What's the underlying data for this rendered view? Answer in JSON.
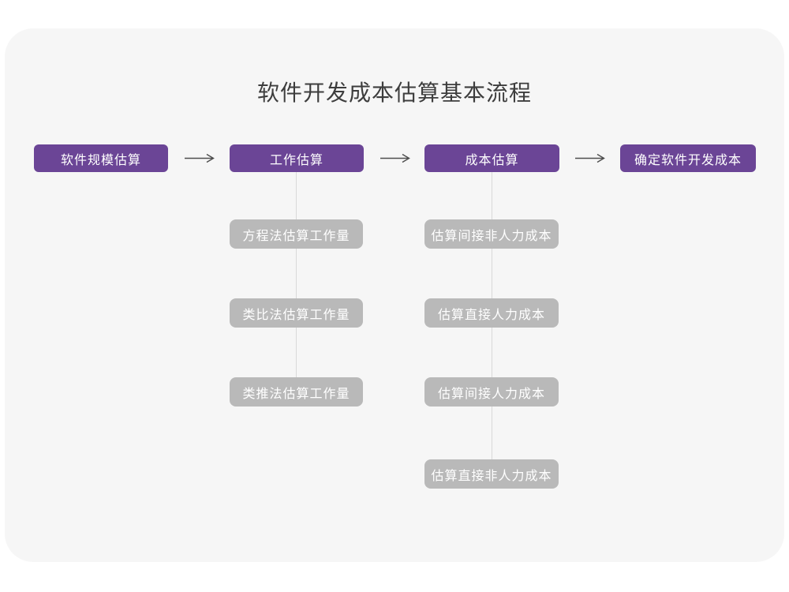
{
  "title": "软件开发成本估算基本流程",
  "colors": {
    "accent_purple": "#6b4596",
    "sub_box_gray": "#b9b9b9",
    "card_background": "#f6f6f6",
    "arrow": "#4d4d4d",
    "connector_line": "#d9d9d9",
    "title_text": "#3d3d3d"
  },
  "flow": {
    "stages": [
      {
        "label": "软件规模估算",
        "substeps": []
      },
      {
        "label": "工作估算",
        "substeps": [
          "方程法估算工作量",
          "类比法估算工作量",
          "类推法估算工作量"
        ]
      },
      {
        "label": "成本估算",
        "substeps": [
          "估算间接非人力成本",
          "估算直接人力成本",
          "估算间接人力成本",
          "估算直接非人力成本"
        ]
      },
      {
        "label": "确定软件开发成本",
        "substeps": []
      }
    ]
  }
}
